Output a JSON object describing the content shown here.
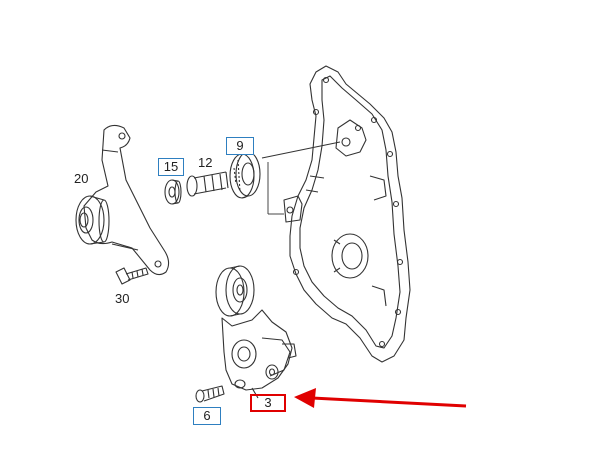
{
  "diagram": {
    "labels": {
      "part_20": "20",
      "part_30": "30",
      "part_15": "15",
      "part_12": "12",
      "part_9": "9",
      "part_6": "6",
      "part_3": "3"
    },
    "colors": {
      "line": "#333333",
      "box_border": "#2e7fc0",
      "highlight": "#e00000"
    }
  }
}
